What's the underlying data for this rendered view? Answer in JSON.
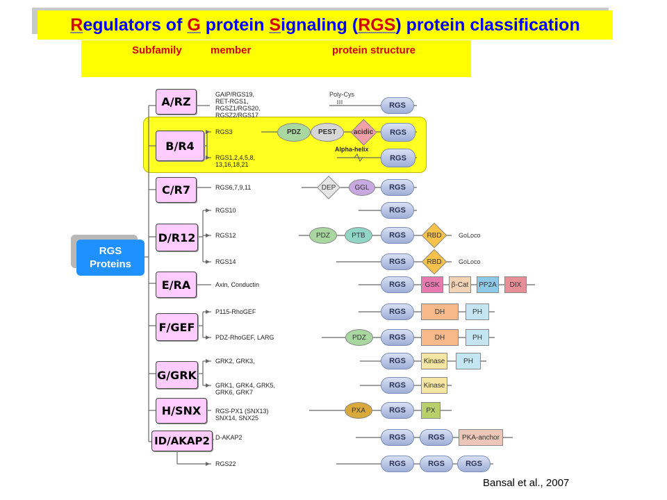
{
  "title": {
    "parts": [
      {
        "text": "R",
        "key": true
      },
      {
        "text": "egulators of ",
        "key": false
      },
      {
        "text": "G",
        "key": true
      },
      {
        "text": " protein ",
        "key": false
      },
      {
        "text": "S",
        "key": true
      },
      {
        "text": "ignaling (",
        "key": false
      },
      {
        "text": "RGS",
        "key": true
      },
      {
        "text": ") protein classification",
        "key": false
      }
    ]
  },
  "headers": {
    "subfamily": "Subfamily",
    "member": "member",
    "structure": "protein structure"
  },
  "root": {
    "line1": "RGS",
    "line2": "Proteins"
  },
  "families": [
    {
      "label": "A/RZ"
    },
    {
      "label": "B/R4"
    },
    {
      "label": "C/R7"
    },
    {
      "label": "D/R12"
    },
    {
      "label": "E/RA"
    },
    {
      "label": "F/GEF"
    },
    {
      "label": "G/GRK"
    },
    {
      "label": "H/SNX"
    },
    {
      "label": "ID/AKAP2"
    }
  ],
  "members": [
    {
      "lines": [
        "GAIP/RGS19,",
        "RET-RGS1,",
        "RGSZ1/RGS20,",
        "RGSZ2/RGS17"
      ]
    },
    {
      "lines": [
        "RGS3"
      ]
    },
    {
      "lines": [
        "RGS1,2,4,5,8,",
        "13,16,18,21"
      ]
    },
    {
      "lines": [
        "RGS6,7,9,11"
      ]
    },
    {
      "lines": [
        "RGS10"
      ]
    },
    {
      "lines": [
        "RGS12"
      ]
    },
    {
      "lines": [
        "RGS14"
      ]
    },
    {
      "lines": [
        "Axin, Conductin"
      ]
    },
    {
      "lines": [
        "P115-RhoGEF"
      ]
    },
    {
      "lines": [
        "PDZ-RhoGEF, LARG"
      ]
    },
    {
      "lines": [
        "GRK2, GRK3,"
      ]
    },
    {
      "lines": [
        "GRK1, GRK4, GRK5,",
        "GRK6, GRK7"
      ]
    },
    {
      "lines": [
        "RGS-PX1 (SNX13)",
        "SNX14, SNX25"
      ]
    },
    {
      "lines": [
        "D-AKAP2"
      ]
    },
    {
      "lines": [
        "RGS22"
      ]
    }
  ],
  "domains": {
    "rgs": "RGS",
    "pdz": "PDZ",
    "pest": "PEST",
    "acidic": "acidic",
    "dep": "DEP",
    "ggl": "GGL",
    "ptb": "PTB",
    "rbd": "RBD",
    "gsk": "GSK",
    "bcat": "β-Cat",
    "pp2a": "PP2A",
    "dix": "DIX",
    "dh": "DH",
    "ph": "PH",
    "kinase": "Kinase",
    "pxa": "PXA",
    "px": "PX",
    "pka": "PKA-anchor"
  },
  "annotations": {
    "polycys": "Poly-Cys",
    "alpha": "Alpha-helix",
    "goloco": "GoLoco"
  },
  "citation": "Bansal et al., 2007",
  "colors": {
    "title_bg": "#ffff00",
    "title_text": "#0000ff",
    "title_key": "#d40000",
    "root_bg": "#1e90ff",
    "family_bg": "#ffccff"
  }
}
